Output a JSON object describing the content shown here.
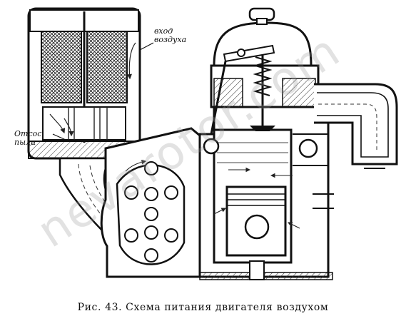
{
  "labels": {
    "air_inlet": [
      "вход",
      "воздуха"
    ],
    "dust_suction": [
      "Отсос",
      "пыли"
    ]
  },
  "caption": "Рис. 43. Схема питания двигателя воздухом",
  "watermark": "nevarotor.com"
}
